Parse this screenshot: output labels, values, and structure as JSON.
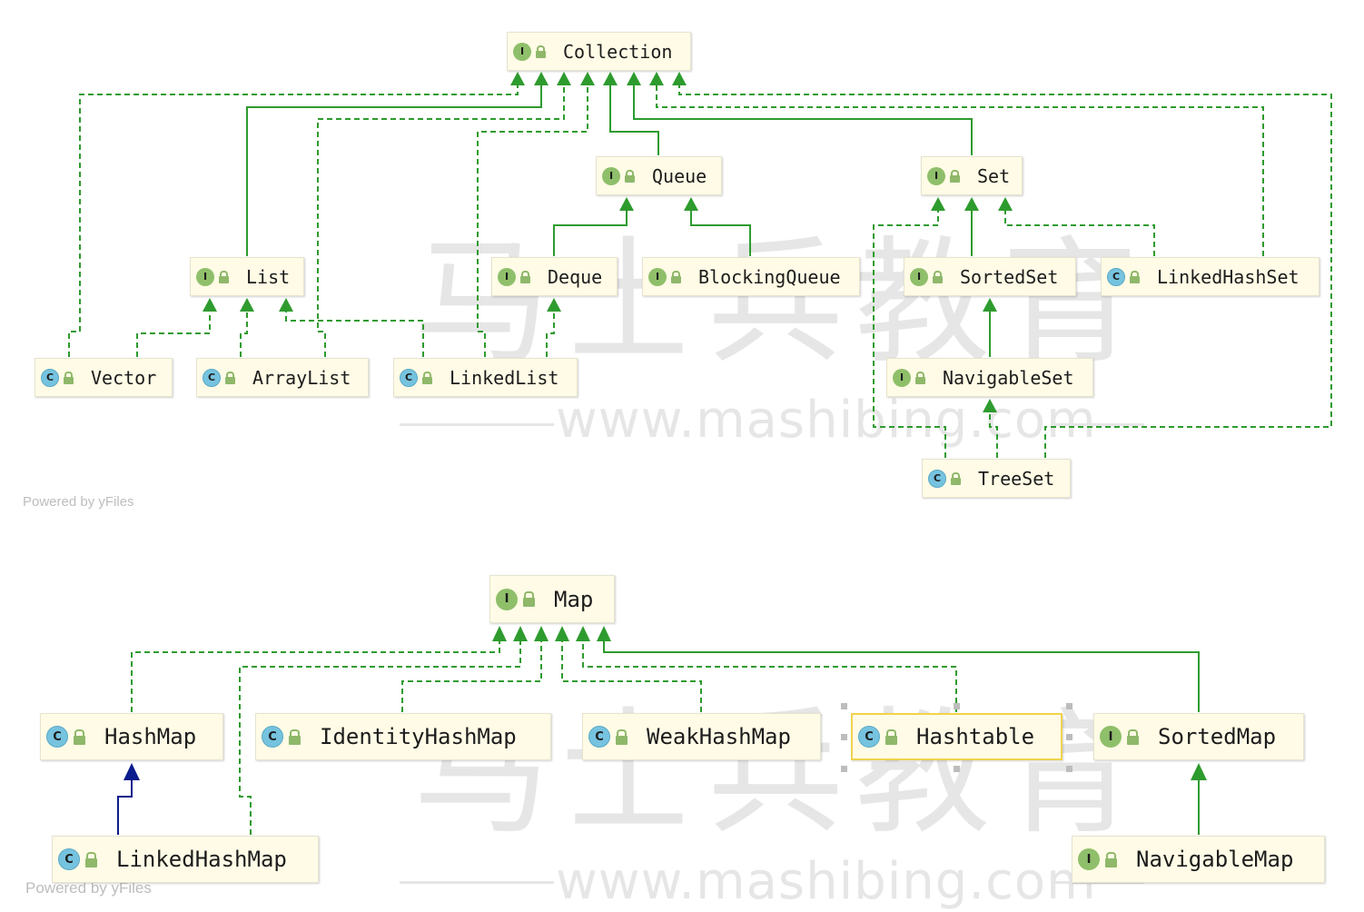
{
  "watermark": {
    "chinese": "马士兵教育",
    "url": "www.mashibing.com"
  },
  "powered_by": "Powered by yFiles",
  "colors": {
    "realization_green": "#2e9b2e",
    "inheritance_blue": "#0b1c8c",
    "node_fill": "#fffbe6",
    "interface_badge": "#8fbf6a",
    "class_badge": "#76c3df",
    "selected_border": "#f0d34d"
  },
  "legend_badges": {
    "interface_letter": "I",
    "class_letter": "C"
  },
  "collection_diagram": {
    "nodes": [
      {
        "id": "collection",
        "label": "Collection",
        "kind": "interface"
      },
      {
        "id": "queue",
        "label": "Queue",
        "kind": "interface"
      },
      {
        "id": "set",
        "label": "Set",
        "kind": "interface"
      },
      {
        "id": "list",
        "label": "List",
        "kind": "interface"
      },
      {
        "id": "deque",
        "label": "Deque",
        "kind": "interface"
      },
      {
        "id": "blockingqueue",
        "label": "BlockingQueue",
        "kind": "interface"
      },
      {
        "id": "sortedset",
        "label": "SortedSet",
        "kind": "interface"
      },
      {
        "id": "linkedhashset",
        "label": "LinkedHashSet",
        "kind": "class"
      },
      {
        "id": "vector",
        "label": "Vector",
        "kind": "class"
      },
      {
        "id": "arraylist",
        "label": "ArrayList",
        "kind": "class"
      },
      {
        "id": "linkedlist",
        "label": "LinkedList",
        "kind": "class"
      },
      {
        "id": "navigableset",
        "label": "NavigableSet",
        "kind": "interface"
      },
      {
        "id": "treeset",
        "label": "TreeSet",
        "kind": "class"
      }
    ]
  },
  "map_diagram": {
    "nodes": [
      {
        "id": "map",
        "label": "Map",
        "kind": "interface"
      },
      {
        "id": "hashmap",
        "label": "HashMap",
        "kind": "class"
      },
      {
        "id": "identityhashmap",
        "label": "IdentityHashMap",
        "kind": "class"
      },
      {
        "id": "weakhashmap",
        "label": "WeakHashMap",
        "kind": "class"
      },
      {
        "id": "hashtable",
        "label": "Hashtable",
        "kind": "class",
        "selected": true
      },
      {
        "id": "sortedmap",
        "label": "SortedMap",
        "kind": "interface"
      },
      {
        "id": "linkedhashmap",
        "label": "LinkedHashMap",
        "kind": "class"
      },
      {
        "id": "navigablemap",
        "label": "NavigableMap",
        "kind": "interface"
      }
    ]
  }
}
